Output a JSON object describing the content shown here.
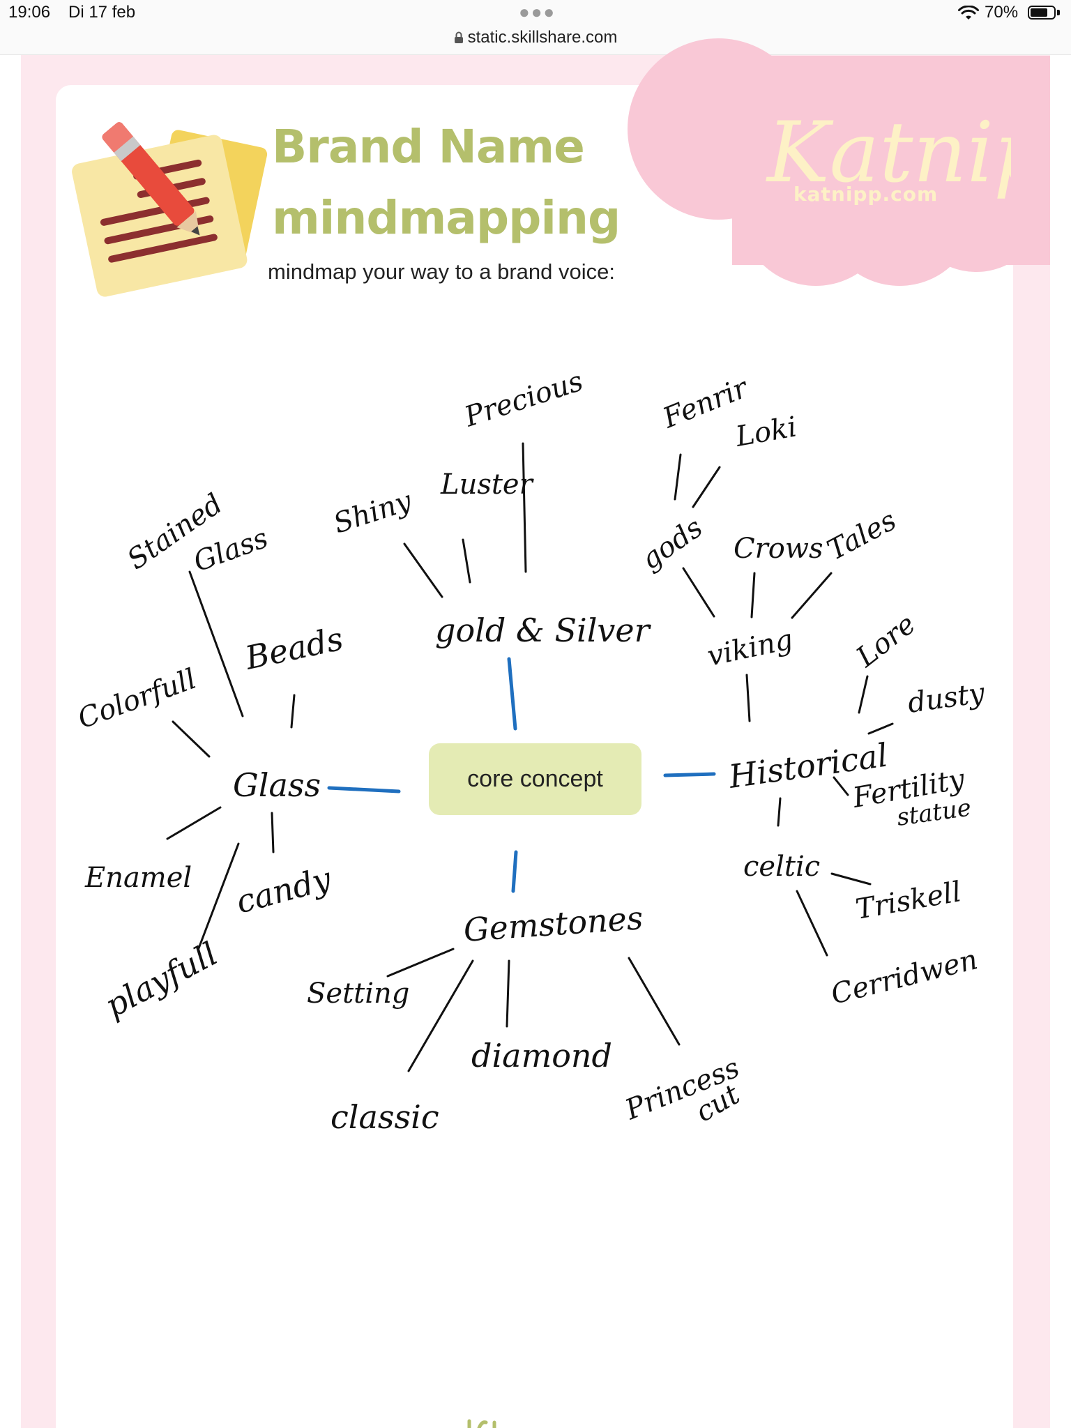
{
  "status_bar": {
    "time": "19:06",
    "date": "Di 17 feb",
    "battery": "70%",
    "url": "static.skillshare.com",
    "icons": [
      "wifi-icon",
      "battery-icon",
      "lock-icon",
      "more-dots-icon"
    ]
  },
  "colors": {
    "title": "#b4bf6c",
    "page_frame": "#fde8ee",
    "cloud": "#f9c8d6",
    "core_box": "#e4ebb4",
    "connector": "#1f6fbf",
    "logo_text": "#fdf1c6"
  },
  "header": {
    "title_line1": "Brand Name",
    "title_line2": "mindmapping",
    "subtitle": "mindmap your way to a brand voice:",
    "brand_logo": "Katnipp",
    "brand_url": "katnipp.com",
    "illustration": "notepad-pencil-icon"
  },
  "mindmap": {
    "core": "core concept",
    "branches": {
      "glass": {
        "label": "Glass",
        "stained_1": "Stained",
        "stained_2": "Glass",
        "colorful": "Colorfull",
        "beads": "Beads",
        "enamel": "Enamel",
        "candy": "candy",
        "playful": "playfull"
      },
      "gold": {
        "label": "gold & Silver",
        "shiny": "Shiny",
        "luster": "Luster",
        "precious": "Precious"
      },
      "gemstones": {
        "label": "Gemstones",
        "setting": "Setting",
        "classic": "classic",
        "diamond": "diamond",
        "princess_1": "Princess",
        "princess_2": "cut"
      },
      "historical": {
        "label": "Historical",
        "viking": "viking",
        "gods": "gods",
        "fenrir": "Fenrir",
        "loki": "Loki",
        "crows": "Crows",
        "tales": "Tales",
        "lore": "Lore",
        "dusty": "dusty",
        "fertility_1": "Fertility",
        "fertility_2": "statue",
        "celtic": "celtic",
        "triskell": "Triskell",
        "cerridwen": "Cerridwen"
      }
    }
  }
}
